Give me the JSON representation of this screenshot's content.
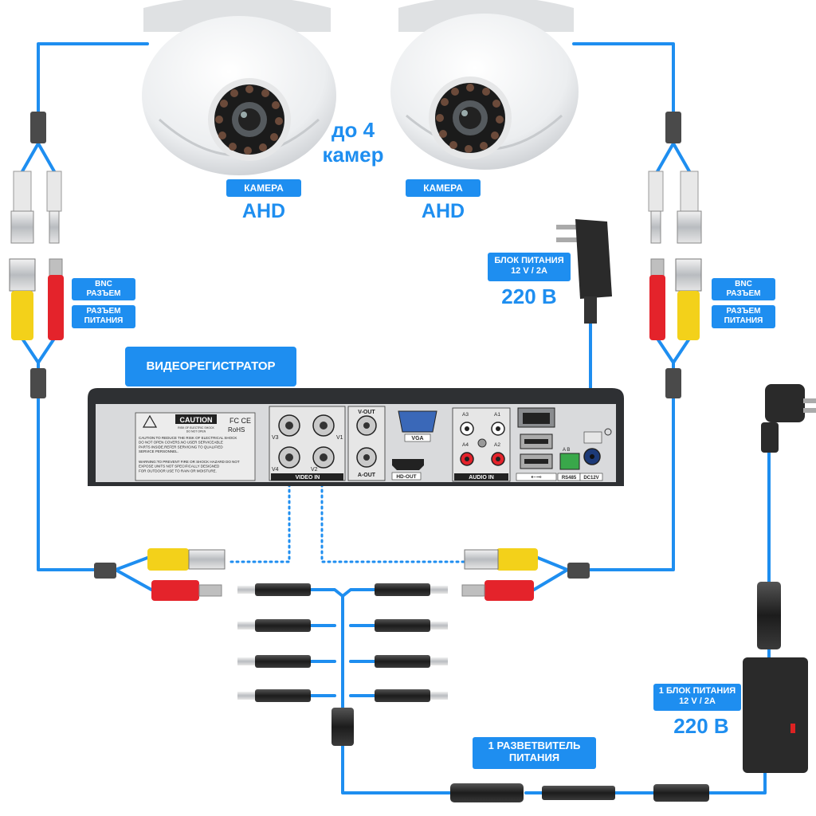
{
  "cameras": [
    {
      "badge": "КАМЕРА",
      "type": "AHD"
    },
    {
      "badge": "КАМЕРА",
      "type": "AHD"
    }
  ],
  "camera_count_note": "до 4\nкамер",
  "left_connectors": {
    "bnc": "BNC\nРАЗЪЕМ",
    "power": "РАЗЪЕМ\nПИТАНИЯ"
  },
  "right_connectors": {
    "bnc": "BNC\nРАЗЪЕМ",
    "power": "РАЗЪЕМ\nПИТАНИЯ"
  },
  "adapter_top": {
    "label": "БЛОК ПИТАНИЯ\n12 V / 2A",
    "voltage": "220 В"
  },
  "adapter_bottom": {
    "label": "1 БЛОК ПИТАНИЯ\n12 V / 2A",
    "voltage": "220 В"
  },
  "dvr": {
    "badge": "ВИДЕОРЕГИСТРАТОР",
    "caution_title": "CAUTION",
    "caution_sub": "RISK OF ELECTRIC SHOCK\nDO NOT OPEN",
    "fcc": "FC CE",
    "rohs": "RoHS",
    "caution_text": "CAUTION:TO REDUCE THE RISK OF ELECTRICAL SHOCK\nDO NOT OPEN COVERS.NO USER SERVICEABLE\nPARTS INSIDE.REFER SERVICING TO QUALIFIED\nSERVICE PERSONNEL.",
    "warning_text": "WARNING:TO PREVENT FIRE OR SHOCK HAZARD DO NOT\nEXPOSE UNITS NOT SPECIFICALLY DESIGNED\nFOR OUTDOOR USE TO RAIN OR MOISTURE.",
    "ports": {
      "v3": "V3",
      "v1": "V1",
      "v4": "V4",
      "v2": "V2",
      "video_in": "VIDEO IN",
      "v_out": "V-OUT",
      "a_out": "A-OUT",
      "vga": "VGA",
      "hd_out": "HD-OUT",
      "a3": "A3",
      "a1": "A1",
      "a4": "A4",
      "a2": "A2",
      "audio_in": "AUDIO IN",
      "rs485": "RS485",
      "ab": "A  B",
      "dc12v": "DC12V"
    }
  },
  "splitter": {
    "label": "1 РАЗВЕТВИТЕЛЬ\nПИТАНИЯ"
  },
  "colors": {
    "accent": "#1e8ef0",
    "dvr_body": "#2e3033",
    "dvr_panel": "#d9dadc",
    "bnc_yellow": "#f3d11a",
    "power_red": "#e4232b",
    "adapter_black": "#2a2a2a"
  }
}
